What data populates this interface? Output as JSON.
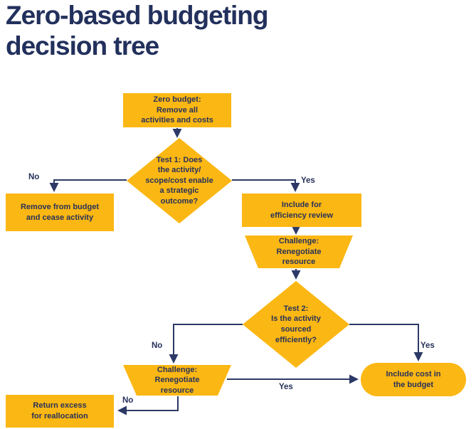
{
  "title": {
    "line1": "Zero-based budgeting",
    "line2": "decision tree"
  },
  "colors": {
    "node_fill": "#FBB713",
    "text_navy": "#273159",
    "title_navy": "#22305C",
    "connector_navy": "#2C3966",
    "background": "#FFFFFF"
  },
  "nodes": {
    "start": {
      "shape": "rectangle",
      "text": "Zero budget:\nRemove all\nactivities and costs"
    },
    "test1": {
      "shape": "diamond",
      "text": "Test 1: Does\nthe activity/\nscope/cost enable\na strategic\noutcome?"
    },
    "remove": {
      "shape": "rectangle",
      "text": "Remove from budget\nand cease activity"
    },
    "include_review": {
      "shape": "rectangle",
      "text": "Include for\nefficiency review"
    },
    "challenge1": {
      "shape": "trapezoid",
      "text": "Challenge:\nRenegotiate\nresource"
    },
    "test2": {
      "shape": "diamond",
      "text": "Test 2:\nIs the activity\nsourced\nefficiently?"
    },
    "challenge2": {
      "shape": "trapezoid",
      "text": "Challenge:\nRenegotiate\nresource"
    },
    "include_cost": {
      "shape": "pill",
      "text": "Include cost in\nthe budget"
    },
    "return_excess": {
      "shape": "rectangle",
      "text": "Return excess\nfor reallocation"
    }
  },
  "labels": {
    "test1_no": "No",
    "test1_yes": "Yes",
    "test2_no": "No",
    "test2_yes": "Yes",
    "challenge2_yes": "Yes",
    "challenge2_no": "No"
  }
}
